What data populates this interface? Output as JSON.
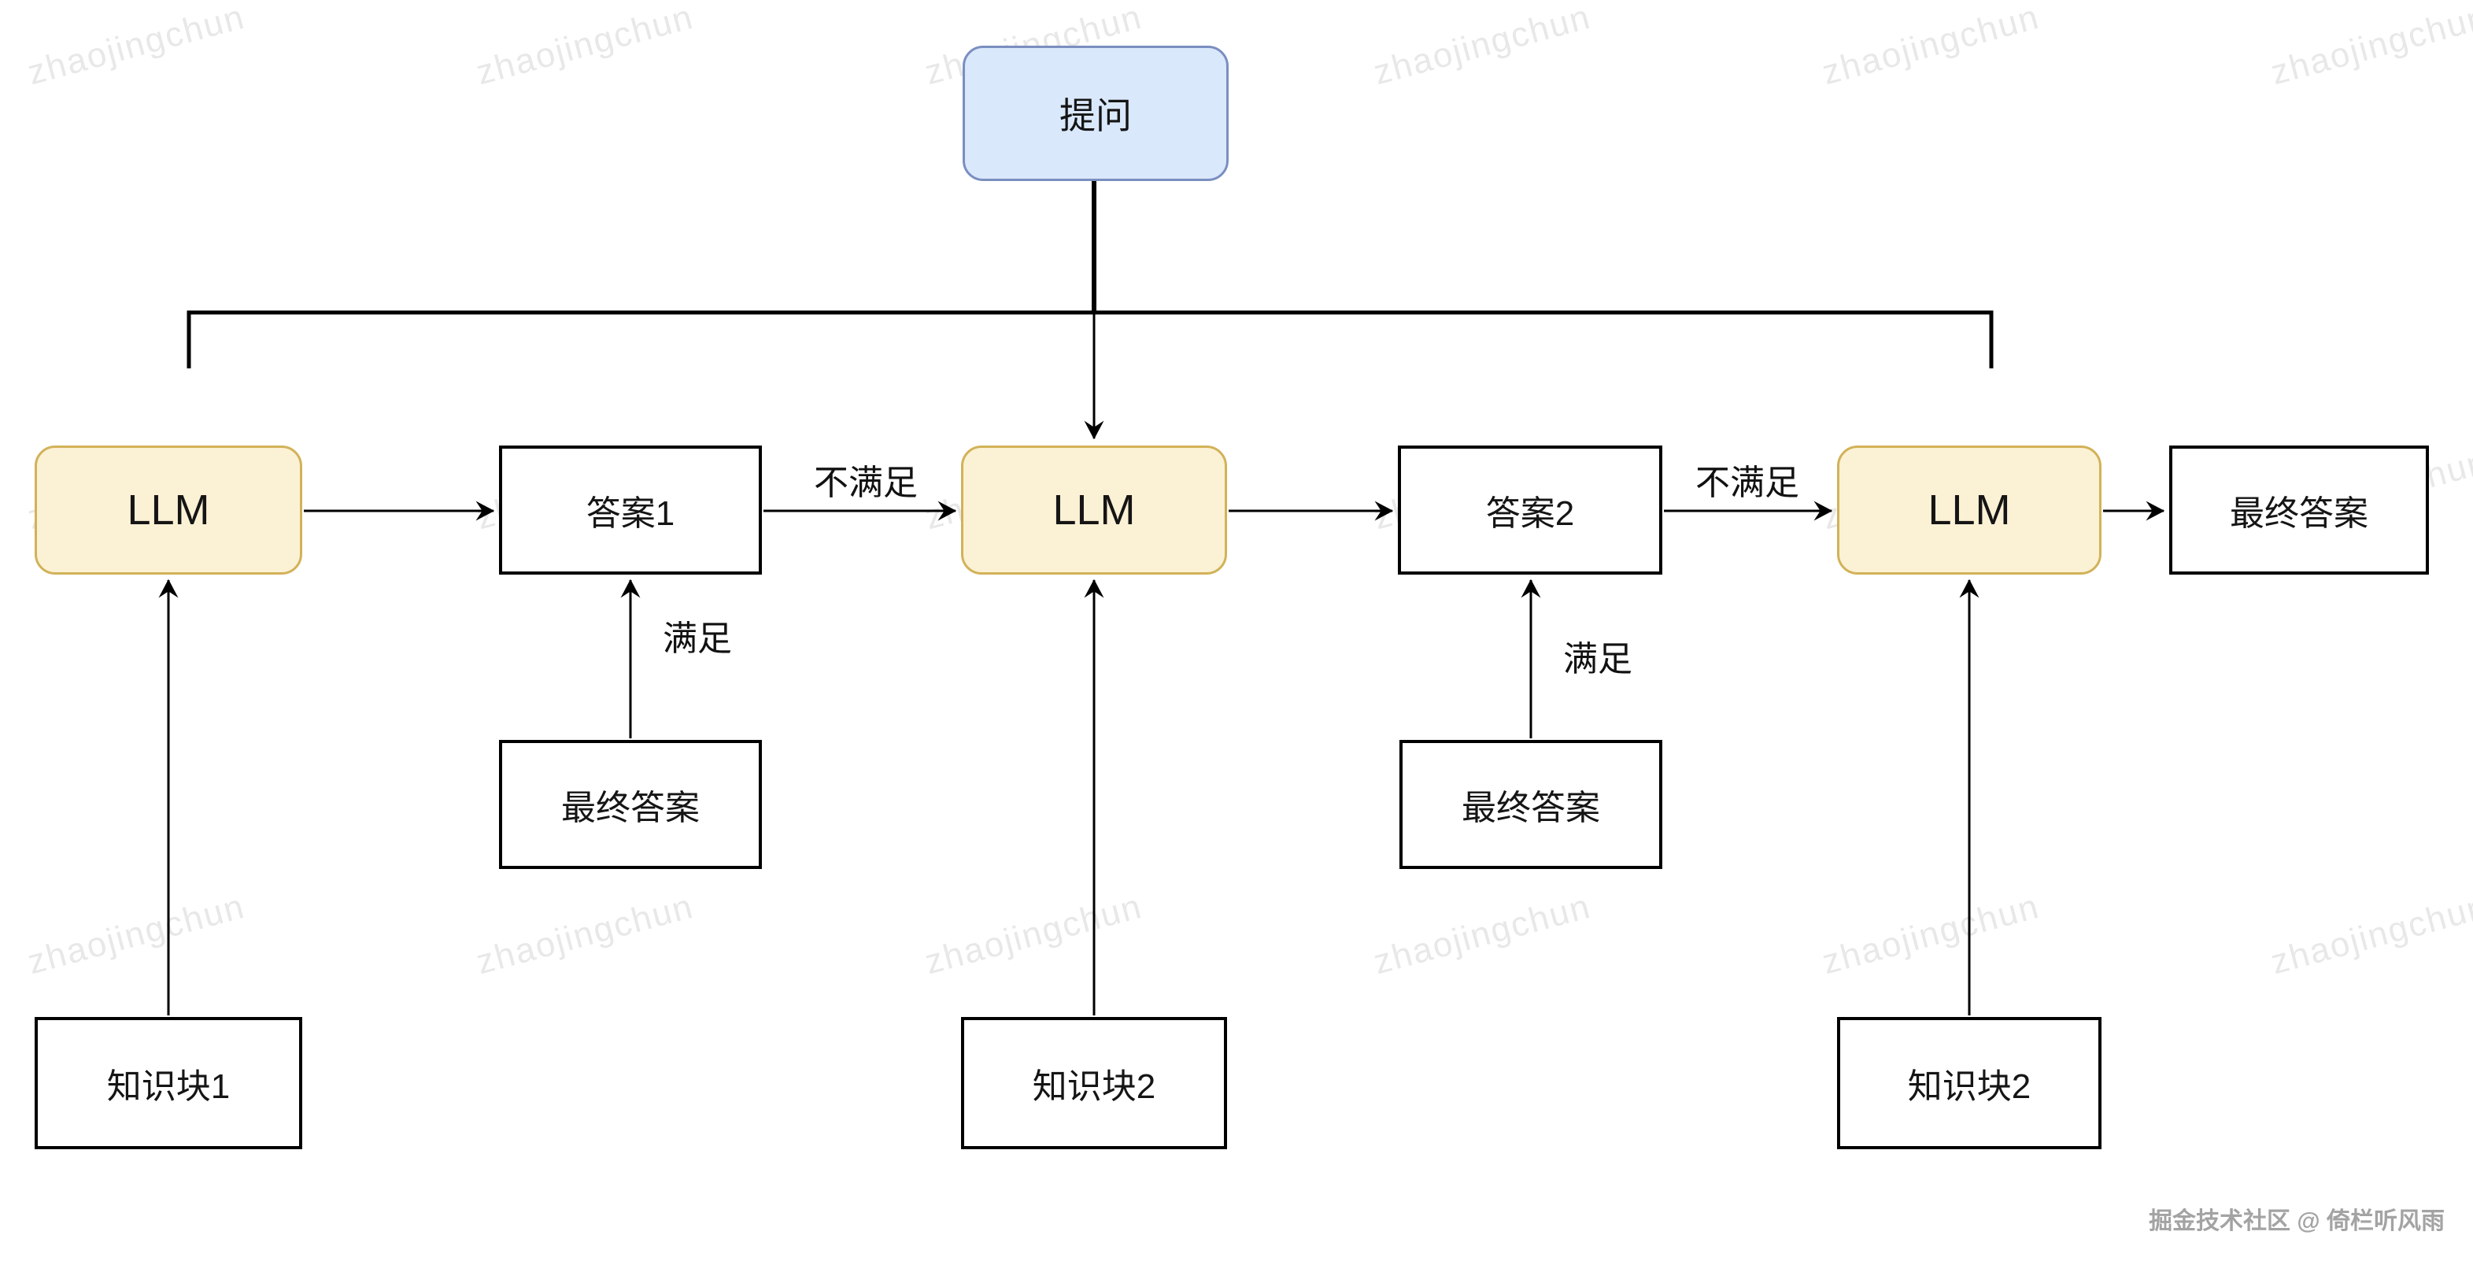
{
  "diagram": {
    "question": "提问",
    "llm": "LLM",
    "answer1": "答案1",
    "answer2": "答案2",
    "final_answer": "最终答案",
    "chunk1": "知识块1",
    "chunk2": "知识块2",
    "edge_labels": {
      "not_satisfied": "不满足",
      "satisfied": "满足"
    }
  },
  "watermark": {
    "text": "zhaojingchun"
  },
  "footer": {
    "credit": "掘金技术社区 @ 倚栏听风雨"
  },
  "colors": {
    "question_fill": "#dae8fc",
    "question_border": "#7a8fc0",
    "llm_fill": "#fbf1d5",
    "llm_border": "#d2b258",
    "box_border": "#000000",
    "line": "#000000",
    "watermark": "#e8e8e8",
    "credit": "#a3a3a3"
  }
}
